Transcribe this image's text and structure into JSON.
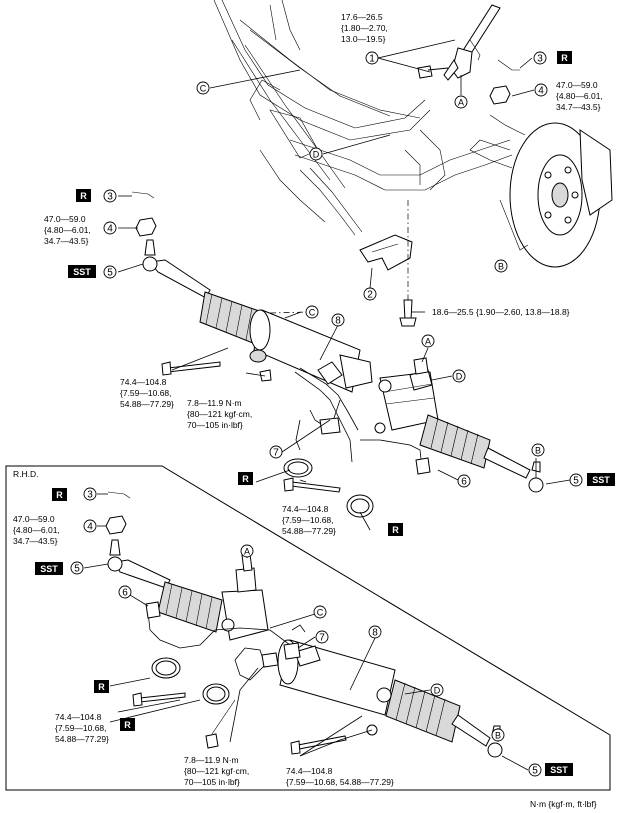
{
  "inset_title": "R.H.D.",
  "units_note": "N·m {kgf·m, ft·lbf}",
  "badges": {
    "r": "R",
    "sst": "SST"
  },
  "circle_letters": {
    "a": "A",
    "b": "B",
    "c": "C",
    "d": "D"
  },
  "callout_numbers": {
    "n1": "1",
    "n2": "2",
    "n3": "3",
    "n4": "4",
    "n5": "5",
    "n6": "6",
    "n7": "7",
    "n8": "8"
  },
  "torque": {
    "t1": [
      "17.6—26.5",
      "{1.80—2.70,",
      "13.0—19.5}"
    ],
    "t4": [
      "47.0—59.0",
      "{4.80—6.01,",
      "34.7—43.5}"
    ],
    "t2": "18.6—25.5 {1.90—2.60, 13.8—18.8}",
    "t8": [
      "74.4—104.8",
      "{7.59—10.68,",
      "54.88—77.29}"
    ],
    "t8b": [
      "74.4—104.8",
      "{7.59—10.68, 54.88—77.29}"
    ],
    "t_small": [
      "7.8—11.9 N·m",
      "{80—121 kgf·cm,",
      "70—105 in·lbf}"
    ]
  }
}
